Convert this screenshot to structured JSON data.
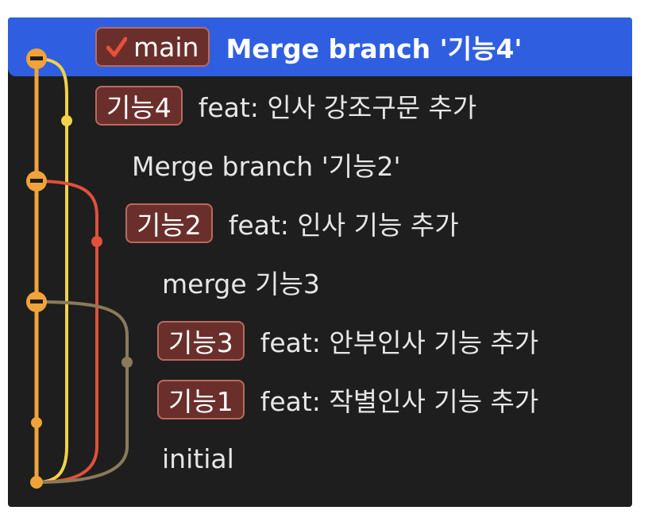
{
  "commits": [
    {
      "branch": "main",
      "checked": true,
      "message": "Merge branch '기능4'",
      "selected": true
    },
    {
      "branch": "기능4",
      "checked": false,
      "message": "feat: 인사 강조구문 추가",
      "selected": false
    },
    {
      "branch": "",
      "checked": false,
      "message": "Merge branch '기능2'",
      "selected": false
    },
    {
      "branch": "기능2",
      "checked": false,
      "message": "feat: 인사 기능 추가",
      "selected": false
    },
    {
      "branch": "",
      "checked": false,
      "message": "merge 기능3",
      "selected": false
    },
    {
      "branch": "기능3",
      "checked": false,
      "message": "feat: 안부인사 기능 추가",
      "selected": false
    },
    {
      "branch": "기능1",
      "checked": false,
      "message": "feat: 작별인사 기능 추가",
      "selected": false
    },
    {
      "branch": "",
      "checked": false,
      "message": "initial",
      "selected": false
    }
  ],
  "colors": {
    "selection": "#2f5fe0",
    "lane_main": "#f0a33a",
    "lane_feature4": "#f2d24a",
    "lane_feature2": "#e0503a",
    "lane_feature3": "#8a7a5a",
    "badge_bg": "#6b2f2b",
    "badge_border": "#b86a5f"
  }
}
